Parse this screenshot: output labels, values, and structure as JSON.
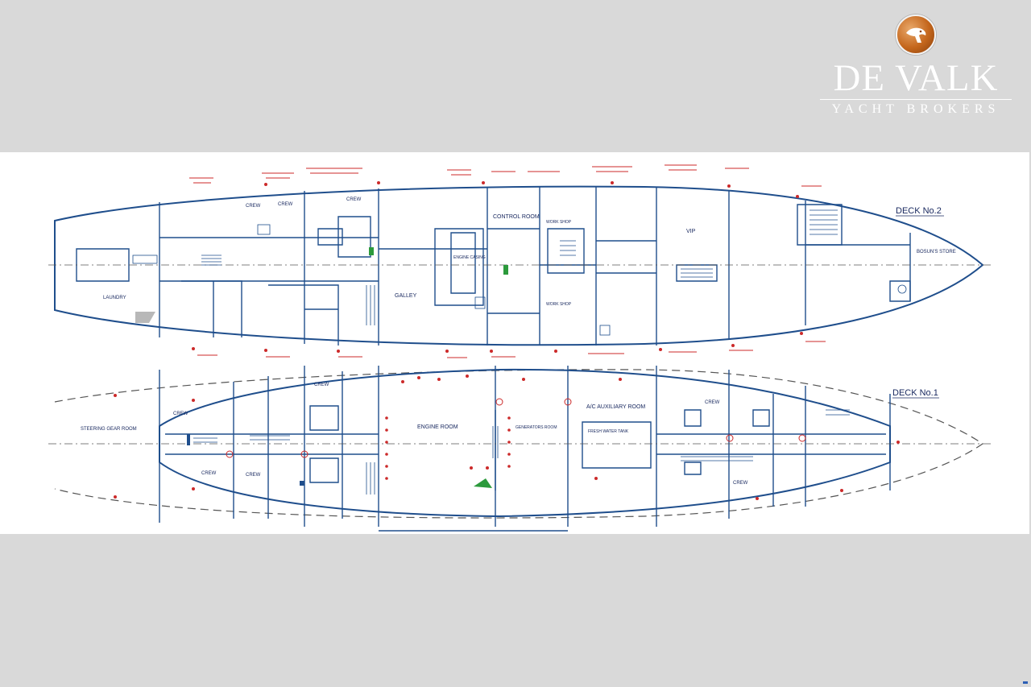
{
  "brand": {
    "name": "DE VALK",
    "tagline": "YACHT BROKERS",
    "badge_icon": "falcon-head-icon",
    "badge_color": "#c4661c"
  },
  "deck2": {
    "title": "DECK No.2",
    "rooms": {
      "galley": "GALLEY",
      "control_room": "CONTROL ROOM",
      "vip": "VIP",
      "bosuns_store": "BOSUN'S STORE",
      "laundry": "LAUNDRY",
      "crew_a": "CREW",
      "crew_b": "CREW",
      "crew_c": "CREW",
      "work_shop_a": "WORK SHOP",
      "work_shop_b": "WORK SHOP",
      "engine_casing": "ENGINE CASING"
    }
  },
  "deck1": {
    "title": "DECK No.1",
    "rooms": {
      "steering_gear": "STEERING GEAR ROOM",
      "engine_room": "ENGINE ROOM",
      "generators_room": "GENERATORS ROOM",
      "ac_auxiliary": "A/C AUXILIARY ROOM",
      "fresh_water_tank": "FRESH WATER TANK",
      "crew_a": "CREW",
      "crew_b": "CREW",
      "crew_c": "CREW",
      "crew_d": "CREW",
      "crew_e": "CREW",
      "crew_f": "CREW"
    }
  },
  "colors": {
    "outline": "#1f4e8c",
    "annotation": "#cc2a2a",
    "plan_bg": "#ffffff",
    "page_bg": "#d9d9d9"
  }
}
